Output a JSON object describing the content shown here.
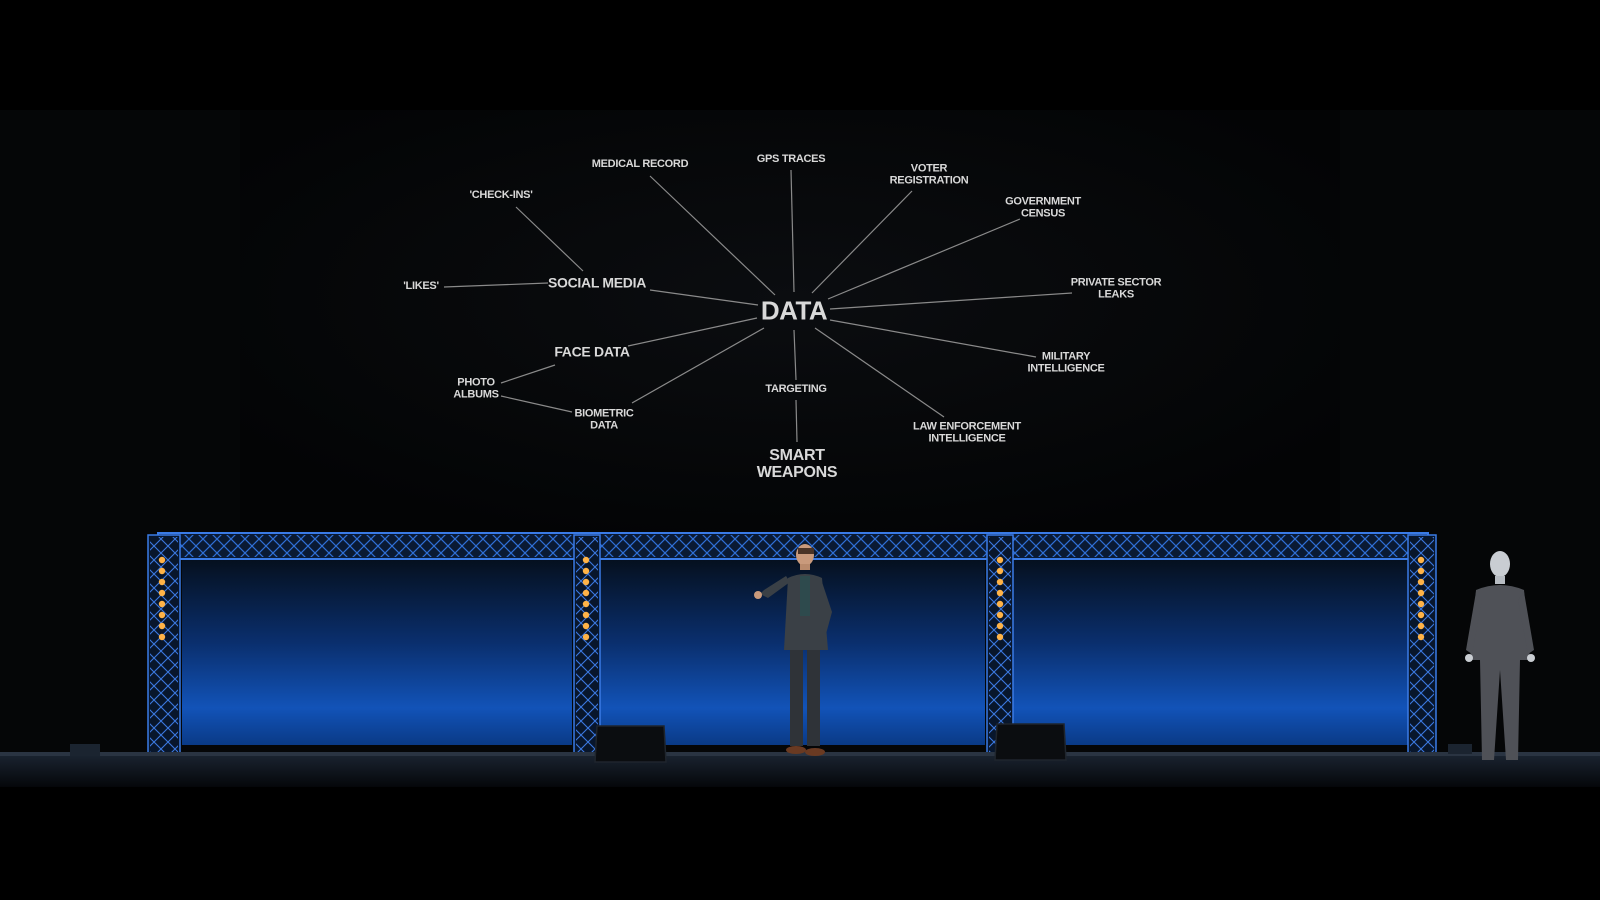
{
  "scene": {
    "description_shown": false,
    "colors": {
      "background": "#000000",
      "screen": "#040506",
      "label_text": "#d9d9d9",
      "connector_line": "#8a8a8a",
      "truss_blue": "#2f6fd6",
      "panel_blue": "#0b3d8f",
      "stage_light": "#ffb347",
      "floor": "#101418"
    }
  },
  "diagram": {
    "center": {
      "id": "data",
      "label": "DATA",
      "size": "xl"
    },
    "nodes": [
      {
        "id": "medical",
        "label": "MEDICAL RECORD",
        "size": "s"
      },
      {
        "id": "gps",
        "label": "GPS TRACES",
        "size": "s"
      },
      {
        "id": "voter",
        "label": "VOTER\nREGISTRATION",
        "size": "s"
      },
      {
        "id": "census",
        "label": "GOVERNMENT\nCENSUS",
        "size": "s"
      },
      {
        "id": "private",
        "label": "PRIVATE SECTOR\nLEAKS",
        "size": "s"
      },
      {
        "id": "military",
        "label": "MILITARY\nINTELLIGENCE",
        "size": "s"
      },
      {
        "id": "law",
        "label": "LAW ENFORCEMENT\nINTELLIGENCE",
        "size": "s"
      },
      {
        "id": "targeting",
        "label": "TARGETING",
        "size": "s"
      },
      {
        "id": "smart",
        "label": "SMART\nWEAPONS",
        "size": "l"
      },
      {
        "id": "biometric",
        "label": "BIOMETRIC\nDATA",
        "size": "s"
      },
      {
        "id": "face",
        "label": "FACE DATA",
        "size": "m"
      },
      {
        "id": "photo",
        "label": "PHOTO\nALBUMS",
        "size": "s"
      },
      {
        "id": "social",
        "label": "SOCIAL MEDIA",
        "size": "m"
      },
      {
        "id": "likes",
        "label": "'LIKES'",
        "size": "s"
      },
      {
        "id": "checkins",
        "label": "'CHECK-INS'",
        "size": "s"
      }
    ],
    "edges": [
      [
        "data",
        "medical"
      ],
      [
        "data",
        "gps"
      ],
      [
        "data",
        "voter"
      ],
      [
        "data",
        "census"
      ],
      [
        "data",
        "private"
      ],
      [
        "data",
        "military"
      ],
      [
        "data",
        "law"
      ],
      [
        "data",
        "targeting"
      ],
      [
        "targeting",
        "smart"
      ],
      [
        "data",
        "biometric"
      ],
      [
        "data",
        "face"
      ],
      [
        "data",
        "social"
      ],
      [
        "social",
        "likes"
      ],
      [
        "social",
        "checkins"
      ],
      [
        "face",
        "photo"
      ],
      [
        "biometric",
        "photo"
      ]
    ]
  }
}
